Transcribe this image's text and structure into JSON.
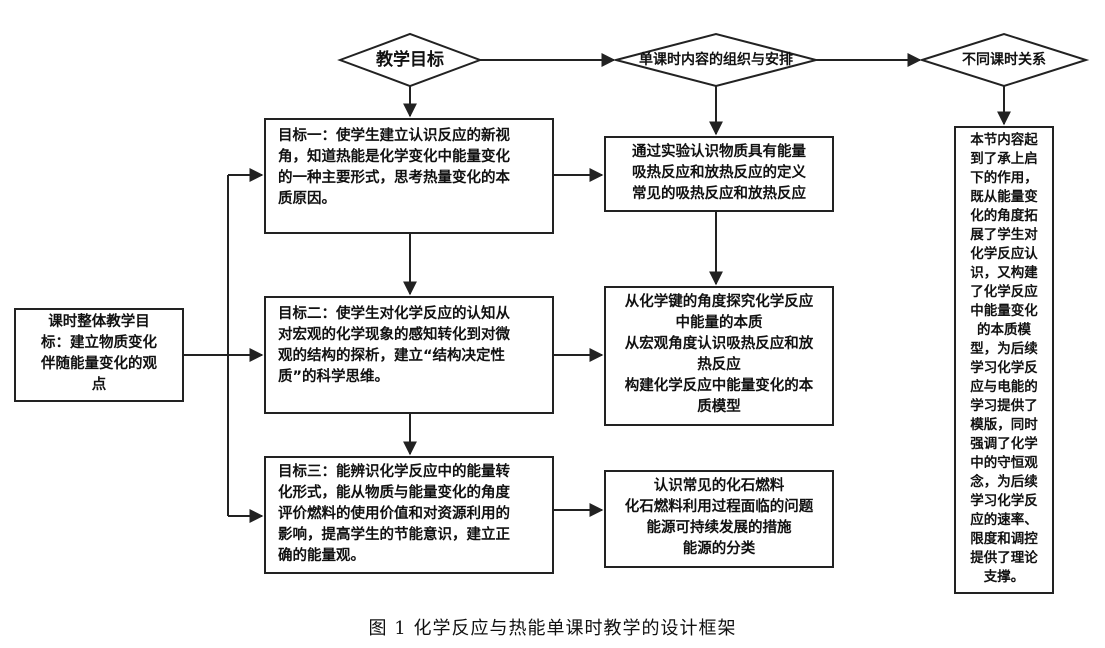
{
  "diamonds": {
    "goals": "教学目标",
    "arrangement": "单课时内容的组织与安排",
    "relations": "不同课时关系"
  },
  "overall": [
    "课时整体教学目",
    "标：建立物质变化",
    "伴随能量变化的观",
    "点"
  ],
  "goals": [
    {
      "lines": [
        "目标一：使学生建立认识反应的新视",
        "角，知道热能是化学变化中能量变化",
        "的一种主要形式，思考热量变化的本",
        "质原因。"
      ]
    },
    {
      "lines": [
        "目标二：使学生对化学反应的认知从",
        "对宏观的化学现象的感知转化到对微",
        "观的结构的探析，建立“结构决定性",
        "质”的科学思维。"
      ]
    },
    {
      "lines": [
        "目标三：能辨识化学反应中的能量转",
        "化形式，能从物质与能量变化的角度",
        "评价燃料的使用价值和对资源利用的",
        "影响，提高学生的节能意识，建立正",
        "确的能量观。"
      ]
    }
  ],
  "contents": [
    {
      "lines": [
        "通过实验认识物质具有能量",
        "吸热反应和放热反应的定义",
        "常见的吸热反应和放热反应"
      ]
    },
    {
      "lines": [
        "从化学键的角度探究化学反应",
        "中能量的本质",
        "从宏观角度认识吸热反应和放",
        "热反应",
        "构建化学反应中能量变化的本",
        "质模型"
      ]
    },
    {
      "lines": [
        "认识常见的化石燃料",
        "化石燃料利用过程面临的问题",
        "能源可持续发展的措施",
        "能源的分类"
      ]
    }
  ],
  "relations": [
    "本节内容起",
    "到了承上启",
    "下的作用，",
    "既从能量变",
    "化的角度拓",
    "展了学生对",
    "化学反应认",
    "识，又构建",
    "了化学反应",
    "中能量变化",
    "的本质模",
    "型，为后续",
    "学习化学反",
    "应与电能的",
    "学习提供了",
    "模版，同时",
    "强调了化学",
    "中的守恒观",
    "念，为后续",
    "学习化学反",
    "应的速率、",
    "限度和调控",
    "提供了理论",
    "支撑。"
  ],
  "caption": "图 1 化学反应与热能单课时教学的设计框架"
}
